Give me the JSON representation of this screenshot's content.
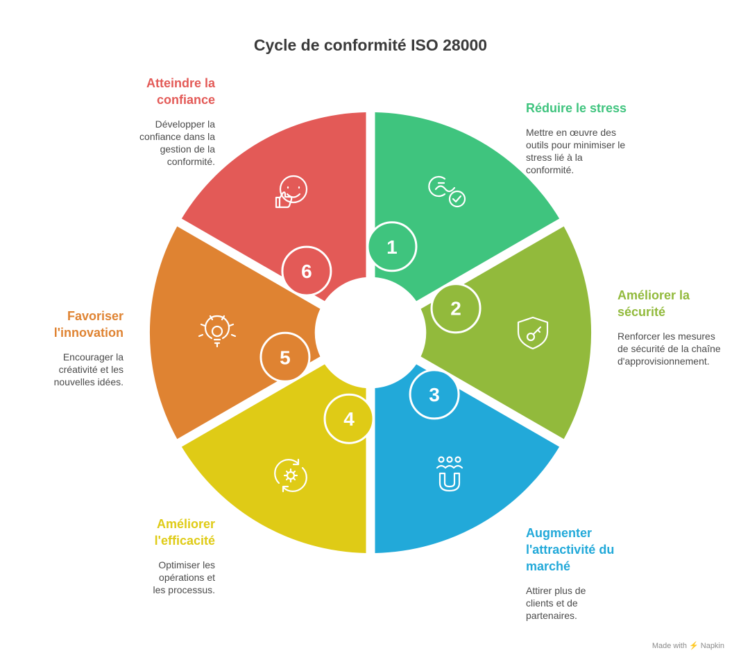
{
  "title": "Cycle de conformité ISO 28000",
  "steps": [
    {
      "number": "1",
      "title": "Réduire le stress",
      "description": "Mettre en œuvre des outils pour minimiser le stress lié à la conformité.",
      "color": "#3fc47e",
      "icon": "stress-relief-check-icon"
    },
    {
      "number": "2",
      "title": "Améliorer la sécurité",
      "description": "Renforcer les mesures de sécurité de la chaîne d'approvisionnement.",
      "color": "#92ba3c",
      "icon": "shield-key-icon"
    },
    {
      "number": "3",
      "title": "Augmenter l'attractivité du marché",
      "description": "Attirer plus de clients et de partenaires.",
      "color": "#22a9d9",
      "icon": "magnet-people-icon"
    },
    {
      "number": "4",
      "title": "Améliorer l'efficacité",
      "description": "Optimiser les opérations et les processus.",
      "color": "#dfcb16",
      "icon": "gear-cycle-icon"
    },
    {
      "number": "5",
      "title": "Favoriser l'innovation",
      "description": "Encourager la créativité et les nouvelles idées.",
      "color": "#df8332",
      "icon": "gear-lightbulb-icon"
    },
    {
      "number": "6",
      "title": "Atteindre la confiance",
      "description": "Développer la confiance dans la gestion de la conformité.",
      "color": "#e35a57",
      "icon": "smile-thumbs-up-icon"
    }
  ],
  "footer": "Made with ⚡ Napkin"
}
